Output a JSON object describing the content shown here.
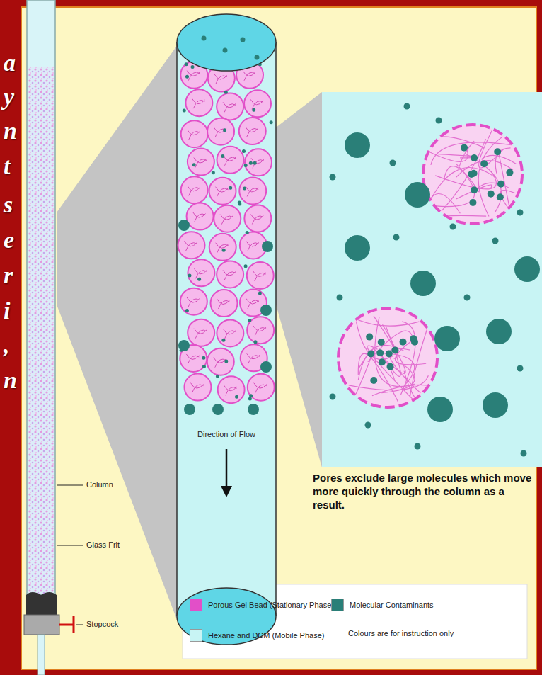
{
  "diagram": {
    "nodes": [
      {
        "text": [
          "Direction of Flow"
        ]
      }
    ],
    "labels": [
      "a",
      "y",
      "n",
      "t",
      "s",
      "e",
      "r",
      "i",
      ",",
      "n",
      "Column",
      "Glass Frit",
      "Stopcock",
      "Pores exclude large molecules which move more quickly through the column as a result.",
      "Colours are for instruction only"
    ],
    "legend": [
      {
        "text": "Porous Gel Bead (Stationary Phase)",
        "color": "#e24fc8"
      },
      {
        "text": "Hexane and DCM (Mobile Phase)",
        "color": "#c8f4f4"
      },
      {
        "text": "Molecular Contaminants",
        "color": "#2a7f78"
      }
    ]
  }
}
